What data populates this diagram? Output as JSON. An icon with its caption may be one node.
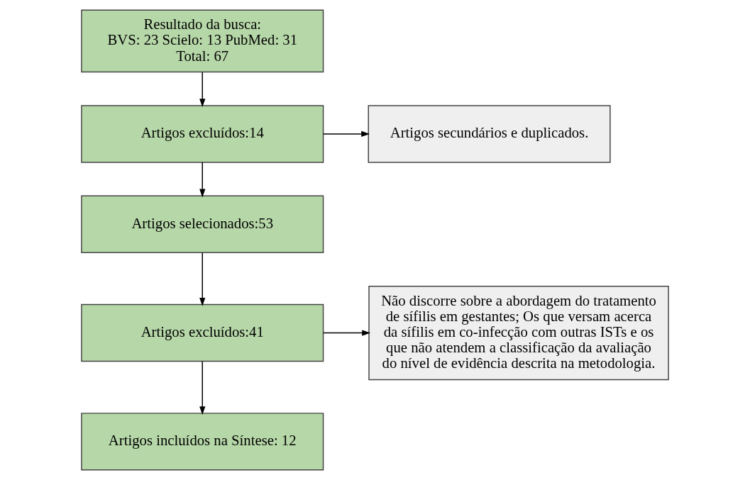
{
  "diagram": {
    "nodes": [
      {
        "text": [
          "Resultado da busca:",
          "BVS: 23 Scielo: 13 PubMed: 31",
          "Total: 67"
        ]
      },
      {
        "text": [
          "Artigos excluídos:14"
        ]
      },
      {
        "text": [
          "Artigos secundários e duplicados."
        ]
      },
      {
        "text": [
          "Artigos selecionados:53"
        ]
      },
      {
        "text": [
          "Artigos excluídos:41"
        ]
      },
      {
        "text": [
          "Não discorre sobre a abordagem do tratamento de sífilis em gestantes; Os que versam acerca da sífilis em co-infecção com outras ISTs e os que não atendem a classificação da avaliação do nível de evidência descrita na metodologia."
        ]
      },
      {
        "text": [
          "Artigos incluídos na Síntese: 12"
        ]
      }
    ],
    "edges": [
      {
        "from": 0,
        "to": 1,
        "arrow": "to"
      },
      {
        "from": 1,
        "to": 2,
        "arrow": "to"
      },
      {
        "from": 1,
        "to": 3,
        "arrow": "to"
      },
      {
        "from": 3,
        "to": 4,
        "arrow": "to"
      },
      {
        "from": 4,
        "to": 5,
        "arrow": "to"
      },
      {
        "from": 4,
        "to": 6,
        "arrow": "to"
      }
    ]
  }
}
